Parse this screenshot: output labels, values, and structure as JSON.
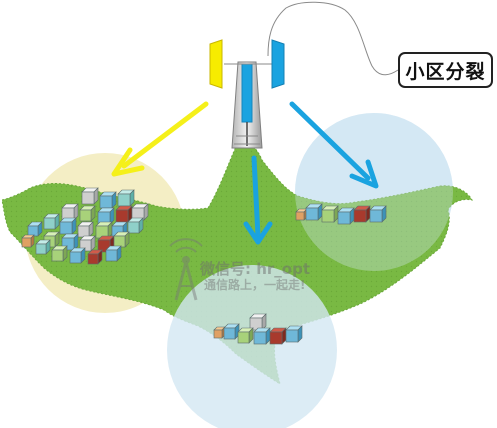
{
  "diagram": {
    "label": "小区分裂",
    "watermark": {
      "line1": "微信号: hr_opt",
      "line2": "通信路上，一起走!"
    }
  },
  "colors": {
    "land": "#79b943",
    "land_dots": "#5e9a30",
    "cell_yellow": "#f3edc2",
    "cell_blue": "#d3e7f3",
    "arrow_yellow": "#f5f01a",
    "arrow_blue": "#1aa3e0",
    "antenna_yellow": "#f7ec00",
    "antenna_blue": "#1aa3e0"
  }
}
